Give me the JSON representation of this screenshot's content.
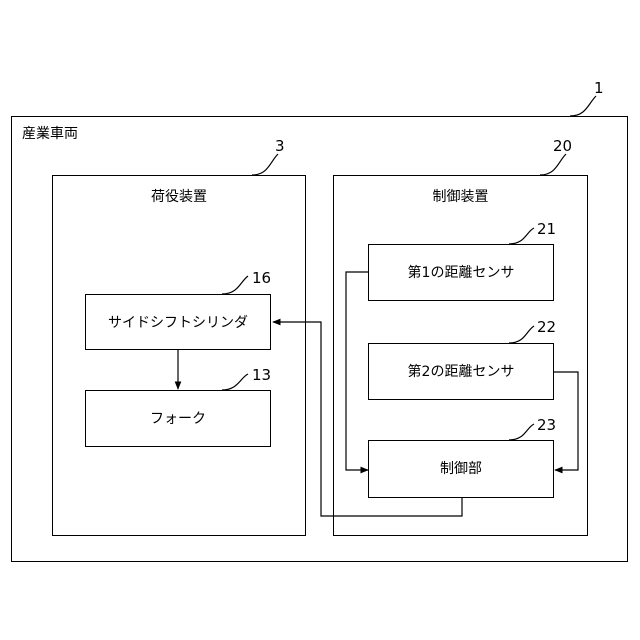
{
  "vehicle": {
    "ref": "1",
    "label": "産業車両"
  },
  "cargo_handler": {
    "ref": "3",
    "label": "荷役装置",
    "side_shift_cylinder": {
      "ref": "16",
      "label": "サイドシフトシリンダ"
    },
    "fork": {
      "ref": "13",
      "label": "フォーク"
    }
  },
  "controller_device": {
    "ref": "20",
    "label": "制御装置",
    "distance_sensor_1": {
      "ref": "21",
      "label": "第1の距離センサ"
    },
    "distance_sensor_2": {
      "ref": "22",
      "label": "第2の距離センサ"
    },
    "control_unit": {
      "ref": "23",
      "label": "制御部"
    }
  }
}
